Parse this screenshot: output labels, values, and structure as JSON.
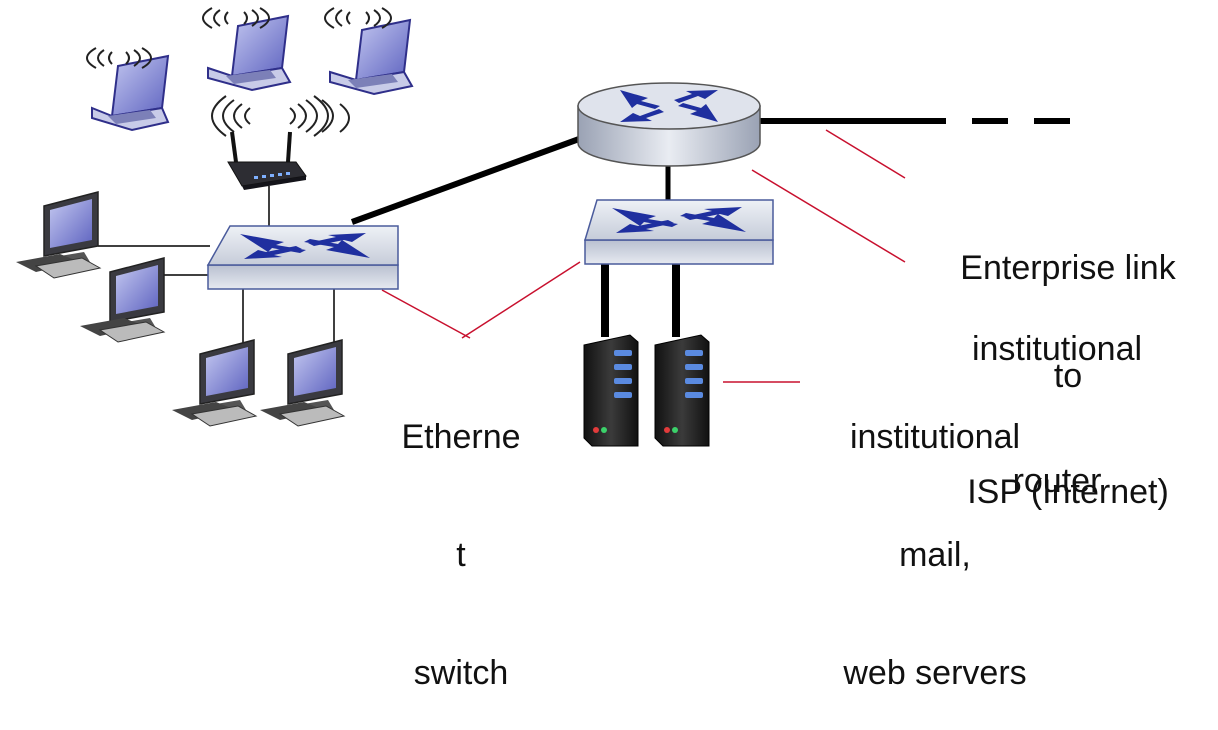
{
  "labels": {
    "enterprise_link": [
      "Enterprise link",
      "to",
      "ISP (Internet)"
    ],
    "institutional_router": [
      "institutional",
      "router"
    ],
    "ethernet_switch": [
      "Etherne",
      "t",
      "switch"
    ],
    "servers": [
      "institutional",
      "mail,",
      "web servers"
    ]
  },
  "colors": {
    "callout_line": "#c8102e",
    "device_blue": "#1f2f9f",
    "switch_face": "#d8dde8",
    "laptop_screen": "#8e94d8",
    "server_body": "#2a2a2a",
    "link": "#000000"
  },
  "icons": [
    "laptop-icon",
    "wireless-waves-icon",
    "wifi-router-icon",
    "desktop-computer-icon",
    "ethernet-switch-icon",
    "router-icon",
    "server-icon"
  ]
}
